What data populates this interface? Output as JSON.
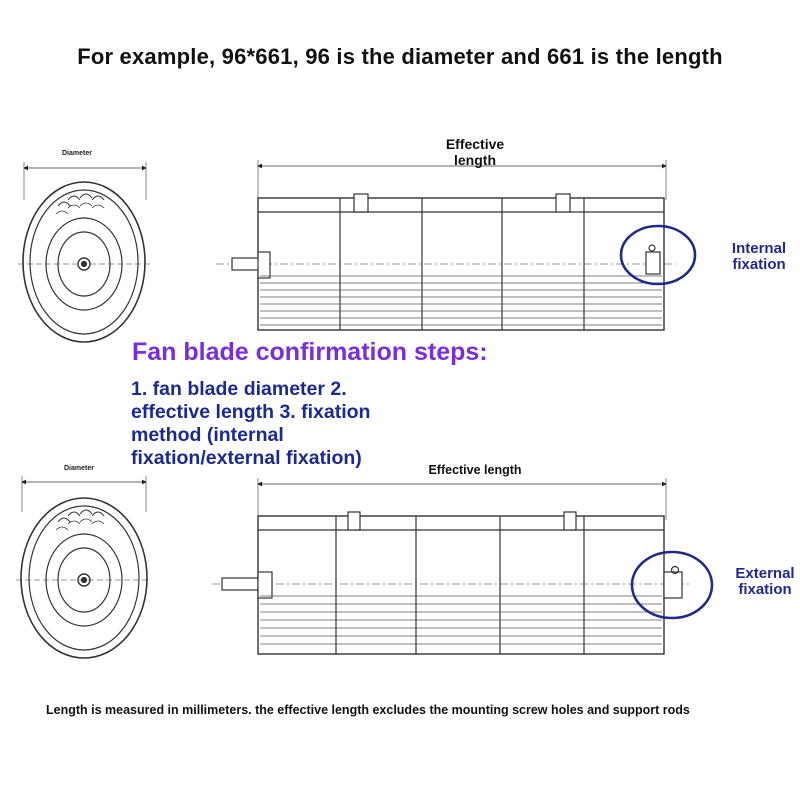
{
  "title": "For example, 96*661, 96 is the diameter and 661 is the length",
  "diagram_top": {
    "diameter_label": "Diameter",
    "effective_length_label": "Effective\nlength",
    "fixation_label": "Internal\nfixation"
  },
  "steps": {
    "heading": "Fan blade confirmation steps:",
    "body": "1. fan blade diameter 2. effective length 3. fixation method (internal fixation/external fixation)"
  },
  "diagram_bottom": {
    "diameter_label": "Diameter",
    "effective_length_label": "Effective length",
    "fixation_label": "External\nfixation"
  },
  "footnote": "Length is measured in millimeters. the effective length excludes the mounting screw holes and support rods",
  "colors": {
    "steps_heading": "#7a2ed6",
    "steps_body": "#1b2a8f",
    "fixation_label": "#1f2a8a",
    "fixation_circle": "#1f2a8a"
  }
}
